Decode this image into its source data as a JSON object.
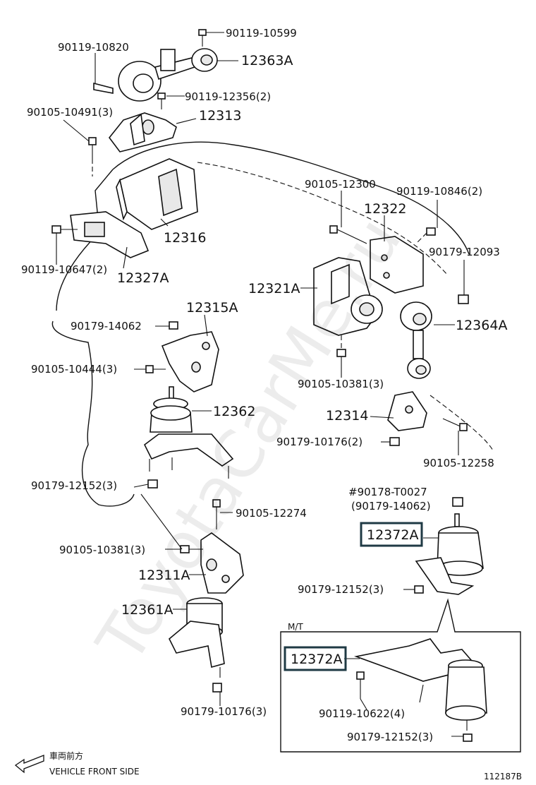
{
  "watermark": "ToyotaCarMe.ru",
  "diagram_id": "112187B",
  "direction": {
    "jp": "車両前方",
    "en": "VEHICLE FRONT SIDE"
  },
  "mt_label": "M/T",
  "callouts": {
    "c1": "90119-10599",
    "c2": "90119-10820",
    "c3": "12363A",
    "c4": "90119-12356(2)",
    "c5": "90105-10491(3)",
    "c6": "12313",
    "c7": "90105-12300",
    "c8": "90119-10846(2)",
    "c9": "12322",
    "c10": "90179-12093",
    "c11": "12316",
    "c12": "90119-10647(2)",
    "c13": "12327A",
    "c14": "12321A",
    "c15": "12364A",
    "c16": "12315A",
    "c17": "90179-14062",
    "c18": "90105-10444(3)",
    "c19": "90105-10381(3)",
    "c20": "12314",
    "c21": "12362",
    "c22": "90179-10176(2)",
    "c23": "90105-12258",
    "c24": "90179-12152(3)",
    "c25": "#90178-T0027",
    "c26": "(90179-14062)",
    "c27": "90105-12274",
    "c28": "12372A",
    "c29": "90105-10381(3)",
    "c30": "12311A",
    "c31": "90179-12152(3)",
    "c32": "12361A",
    "c33": "12372A",
    "c34": "90119-10622(4)",
    "c35": "90179-10176(3)",
    "c36": "90179-12152(3)"
  }
}
